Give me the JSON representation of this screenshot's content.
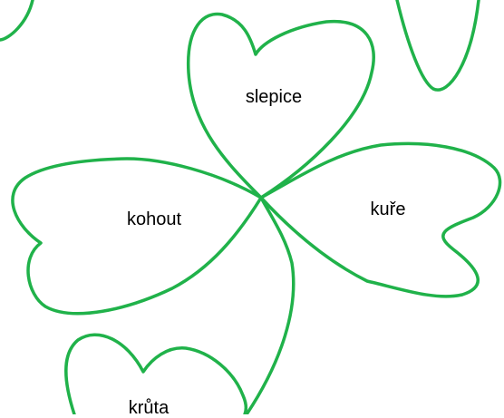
{
  "colors": {
    "leaf_stroke": "#20b24a",
    "text": "#000000",
    "background": "#ffffff"
  },
  "leaves": {
    "top": "slepice",
    "left": "kohout",
    "right": "kuře",
    "bottom": "krůta"
  }
}
